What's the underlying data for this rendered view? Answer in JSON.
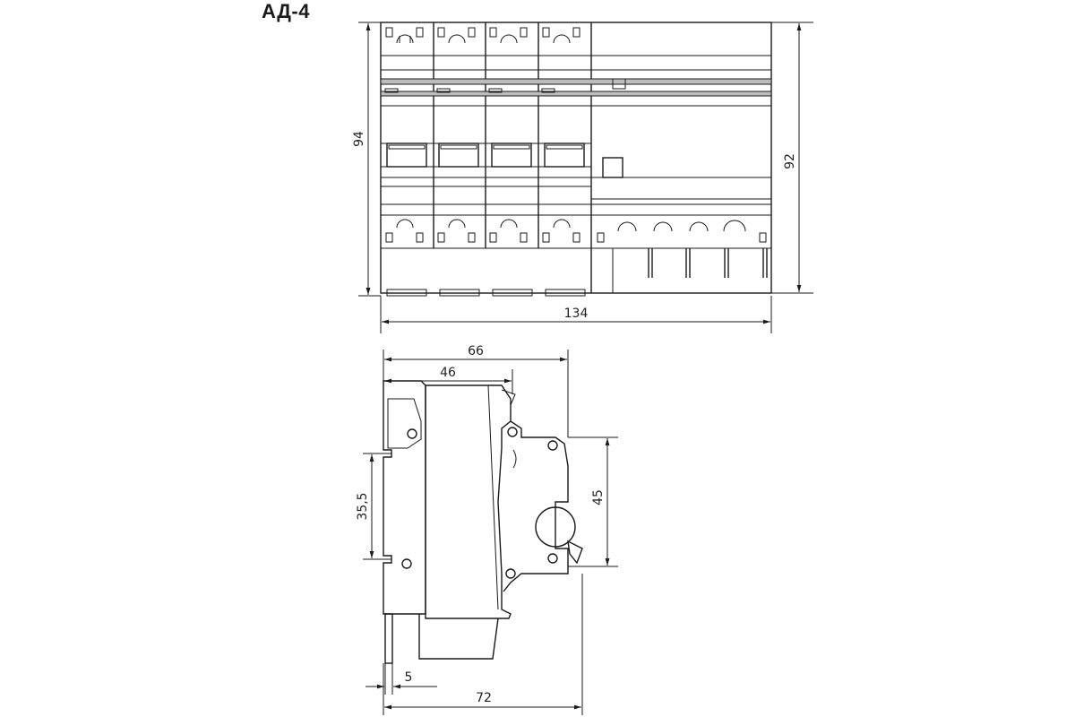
{
  "title": "АД-4",
  "front_view": {
    "height_left": "94",
    "height_right": "92",
    "width": "134"
  },
  "side_view": {
    "width_66": "66",
    "width_46": "46",
    "height_35_5": "35,5",
    "height_45": "45",
    "offset_5": "5",
    "width_72": "72"
  }
}
